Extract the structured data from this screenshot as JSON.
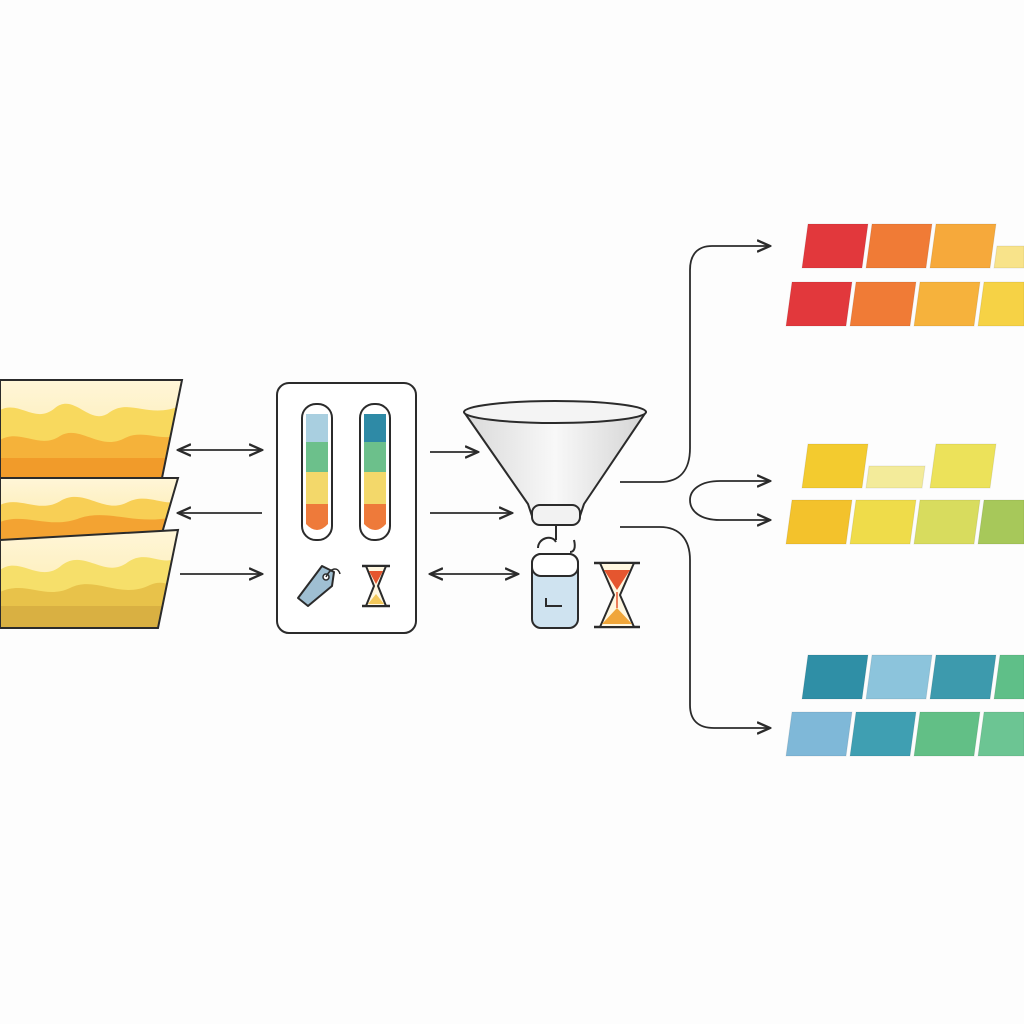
{
  "colors": {
    "background": "#fdfdfd",
    "stroke": "#2b2b2b",
    "amber_dark": "#f4a62a",
    "amber_mid": "#f7c948",
    "amber_light": "#fbe7a0",
    "blue_tube": "#9cc8df",
    "teal_tube": "#2e8aa6",
    "green_tube": "#6cc08b",
    "yellow_tube": "#f3d86a",
    "orange_tube": "#ee7a3a",
    "funnel_fill": "#eeeeee",
    "hourglass_sand": "#e5562f"
  },
  "icons": {
    "source_layers": [
      "area-wave-layer-icon",
      "area-wave-layer-icon",
      "area-wave-layer-icon"
    ],
    "panel": [
      "test-tube-icon",
      "test-tube-icon",
      "tag-icon",
      "hourglass-icon"
    ],
    "funnel_unit": [
      "funnel-icon",
      "jar-icon",
      "hourglass-icon"
    ]
  },
  "output_groups": [
    {
      "name": "warm",
      "rows": [
        [
          "#e2383c",
          "#f07b36",
          "#f6a93b",
          "#f8e38a"
        ],
        [
          "#e2383c",
          "#f07b36",
          "#f6b23c",
          "#f6d245"
        ]
      ]
    },
    {
      "name": "yellow-green",
      "rows": [
        [
          "#f3cb2f",
          "#f3eb9a",
          "#ece25a"
        ],
        [
          "#f3c22c",
          "#efdc4a",
          "#d8dc5e",
          "#a7c85a"
        ]
      ]
    },
    {
      "name": "cool",
      "rows": [
        [
          "#2f8fa6",
          "#8cc4dc",
          "#3d9aad",
          "#5fbf88"
        ],
        [
          "#7fb8d8",
          "#3f9fb2",
          "#62bf86",
          "#6cc593"
        ]
      ]
    }
  ]
}
